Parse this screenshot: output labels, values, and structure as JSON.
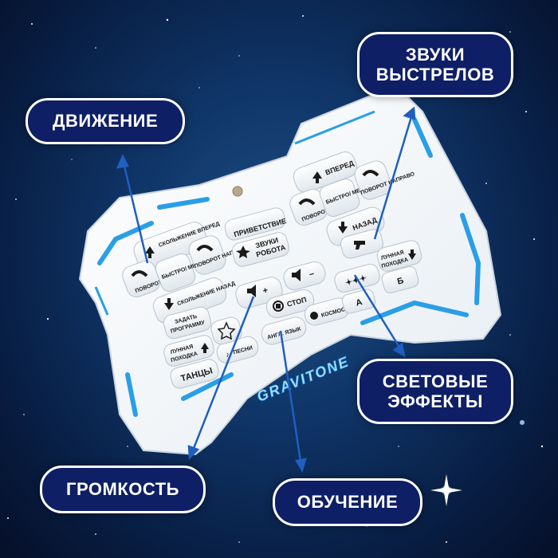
{
  "labels": {
    "motion": "ДВИЖЕНИЕ",
    "shot_sounds_line1": "ЗВУКИ",
    "shot_sounds_line2": "ВЫСТРЕЛОВ",
    "light_effects_line1": "СВЕТОВЫЕ",
    "light_effects_line2": "ЭФФЕКТЫ",
    "volume": "ГРОМКОСТЬ",
    "learning": "ОБУЧЕНИЕ"
  },
  "remote": {
    "brand": "GRAVITONE",
    "left_pad": {
      "forward": "СКОЛЬЖЕНИЕ ВПЕРЕД",
      "back": "СКОЛЬЖЕНИЕ НАЗАД",
      "turn_left": "ПОВОРОТ НАЛЕВО",
      "turn_right": "ПОВОРОТ НАПРАВО",
      "speed": "БЫСТРО/ МЕДЛЕННО"
    },
    "right_pad": {
      "forward": "ВПЕРЕД",
      "back": "НАЗАД",
      "turn_left": "ПОВОРОТ НАЛЕВО",
      "turn_right": "ПОВОРОТ НАПРАВО",
      "speed": "БЫСТРО/ МЕДЛЕННО"
    },
    "center": {
      "greeting": "ПРИВЕТСТВИЕ",
      "robot_sounds_line1": "ЗВУКИ",
      "robot_sounds_line2": "РОБОТА",
      "stop": "СТОП",
      "english": "АНГЛ. ЯЗЫК",
      "space": "КОСМОС",
      "songs": "ПЕСНИ"
    },
    "left_bottom": {
      "program_line1": "ЗАДАТЬ",
      "program_line2": "ПРОГРАММУ",
      "moonwalk_line1": "ЛУННАЯ",
      "moonwalk_line2": "ПОХОДКА",
      "dances": "ТАНЦЫ"
    },
    "right_bottom": {
      "moonwalk_line1": "ЛУННАЯ",
      "moonwalk_line2": "ПОХОДКА",
      "a": "А",
      "b": "Б"
    }
  },
  "colors": {
    "accent_blue": "#2a9ee6",
    "label_bg": "#0e1f66",
    "arrow": "#1f5fbf"
  }
}
